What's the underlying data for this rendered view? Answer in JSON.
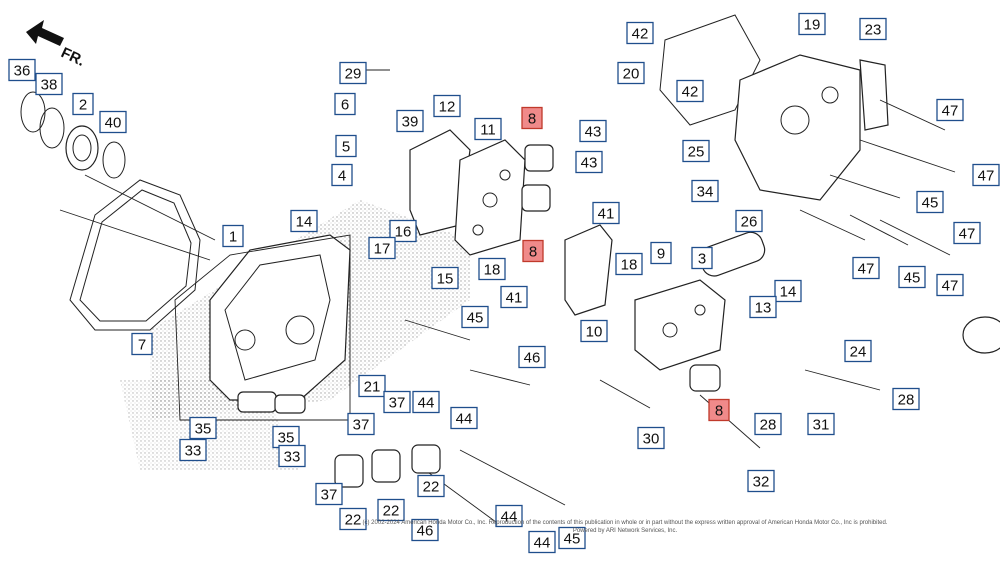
{
  "direction_label": "FR.",
  "copyright": {
    "line1": "(c) 2002-2024 American Honda Motor Co., Inc. Reproduction of the contents of this publication in whole or in part without the express written approval of American Honda Motor Co., Inc is prohibited.",
    "line2": "Powered by ARI Network Services, Inc."
  },
  "highlight_color": "#f08a8a",
  "callouts": [
    {
      "label": "36"
    },
    {
      "label": "38"
    },
    {
      "label": "2"
    },
    {
      "label": "40"
    },
    {
      "label": "29"
    },
    {
      "label": "6"
    },
    {
      "label": "39"
    },
    {
      "label": "5"
    },
    {
      "label": "4"
    },
    {
      "label": "14"
    },
    {
      "label": "12"
    },
    {
      "label": "11"
    },
    {
      "label": "8",
      "hl": true
    },
    {
      "label": "43"
    },
    {
      "label": "43"
    },
    {
      "label": "41"
    },
    {
      "label": "8",
      "hl": true
    },
    {
      "label": "16"
    },
    {
      "label": "17"
    },
    {
      "label": "15"
    },
    {
      "label": "18"
    },
    {
      "label": "41"
    },
    {
      "label": "1"
    },
    {
      "label": "7"
    },
    {
      "label": "42"
    },
    {
      "label": "20"
    },
    {
      "label": "42"
    },
    {
      "label": "19"
    },
    {
      "label": "23"
    },
    {
      "label": "47"
    },
    {
      "label": "25"
    },
    {
      "label": "34"
    },
    {
      "label": "47"
    },
    {
      "label": "45"
    },
    {
      "label": "47"
    },
    {
      "label": "26"
    },
    {
      "label": "47"
    },
    {
      "label": "45"
    },
    {
      "label": "47"
    },
    {
      "label": "9"
    },
    {
      "label": "3"
    },
    {
      "label": "18"
    },
    {
      "label": "14"
    },
    {
      "label": "13"
    },
    {
      "label": "10"
    },
    {
      "label": "24"
    },
    {
      "label": "45"
    },
    {
      "label": "46"
    },
    {
      "label": "21"
    },
    {
      "label": "44"
    },
    {
      "label": "44"
    },
    {
      "label": "37"
    },
    {
      "label": "37"
    },
    {
      "label": "35"
    },
    {
      "label": "35"
    },
    {
      "label": "33"
    },
    {
      "label": "33"
    },
    {
      "label": "22"
    },
    {
      "label": "37"
    },
    {
      "label": "22"
    },
    {
      "label": "22"
    },
    {
      "label": "46"
    },
    {
      "label": "44"
    },
    {
      "label": "44"
    },
    {
      "label": "45"
    },
    {
      "label": "30"
    },
    {
      "label": "8",
      "hl": true
    },
    {
      "label": "28"
    },
    {
      "label": "31"
    },
    {
      "label": "28"
    },
    {
      "label": "32"
    }
  ]
}
